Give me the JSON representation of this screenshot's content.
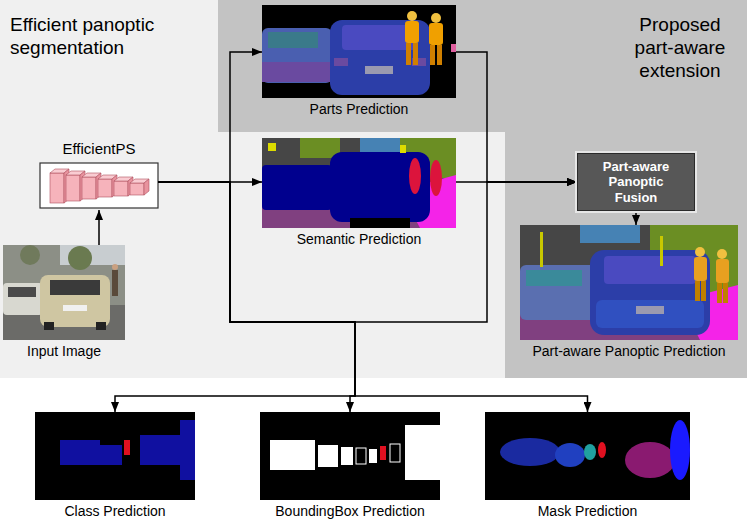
{
  "diagram": {
    "nodes": [
      {
        "text": [
          "EfficientPS"
        ]
      },
      {
        "text": [
          "Input Image"
        ]
      },
      {
        "text": [
          "Parts Prediction"
        ]
      },
      {
        "text": [
          "Semantic Prediction"
        ]
      },
      {
        "text": [
          "Part-aware Panoptic Fusion"
        ]
      },
      {
        "text": [
          "Part-aware Panoptic Prediction"
        ]
      },
      {
        "text": [
          "Class Prediction"
        ]
      },
      {
        "text": [
          "BoundingBox Prediction"
        ]
      },
      {
        "text": [
          "Mask Prediction"
        ]
      }
    ],
    "edges": [
      {
        "from": 1,
        "to": 0,
        "arrow": "to"
      },
      {
        "from": 0,
        "to": 2,
        "arrow": "to"
      },
      {
        "from": 0,
        "to": 3,
        "arrow": "to"
      },
      {
        "from": 0,
        "to": 6,
        "arrow": "to"
      },
      {
        "from": 0,
        "to": 7,
        "arrow": "to"
      },
      {
        "from": 0,
        "to": 8,
        "arrow": "to"
      },
      {
        "from": 2,
        "to": 4,
        "arrow": "to"
      },
      {
        "from": 3,
        "to": 4,
        "arrow": "to"
      },
      {
        "from": 0,
        "to": 4,
        "arrow": "to"
      },
      {
        "from": 4,
        "to": 5,
        "arrow": "to"
      }
    ],
    "labels": [
      "Efficient panoptic segmentation",
      "Proposed part-aware extension"
    ]
  }
}
